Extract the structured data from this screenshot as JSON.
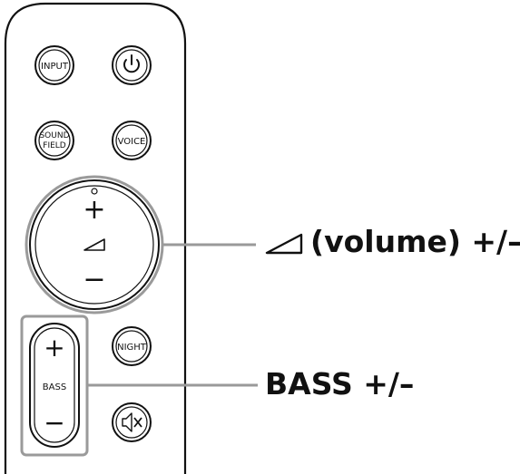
{
  "buttons": {
    "input": "INPUT",
    "sound_field_line1": "SOUND",
    "sound_field_line2": "FIELD",
    "voice": "VOICE",
    "night": "NIGHT",
    "bass": "BASS"
  },
  "volume_ring": {
    "plus": "+",
    "minus": "−"
  },
  "bass_rocker": {
    "plus": "+",
    "minus": "−"
  },
  "callouts": {
    "volume_text": "(volume) +/–",
    "bass_text": "BASS +/–"
  },
  "icons": [
    "power-icon",
    "volume-triangle-icon",
    "mute-icon"
  ],
  "colors": {
    "highlight_frame": "#9a9a9a",
    "outline": "#111111",
    "background": "#ffffff"
  }
}
